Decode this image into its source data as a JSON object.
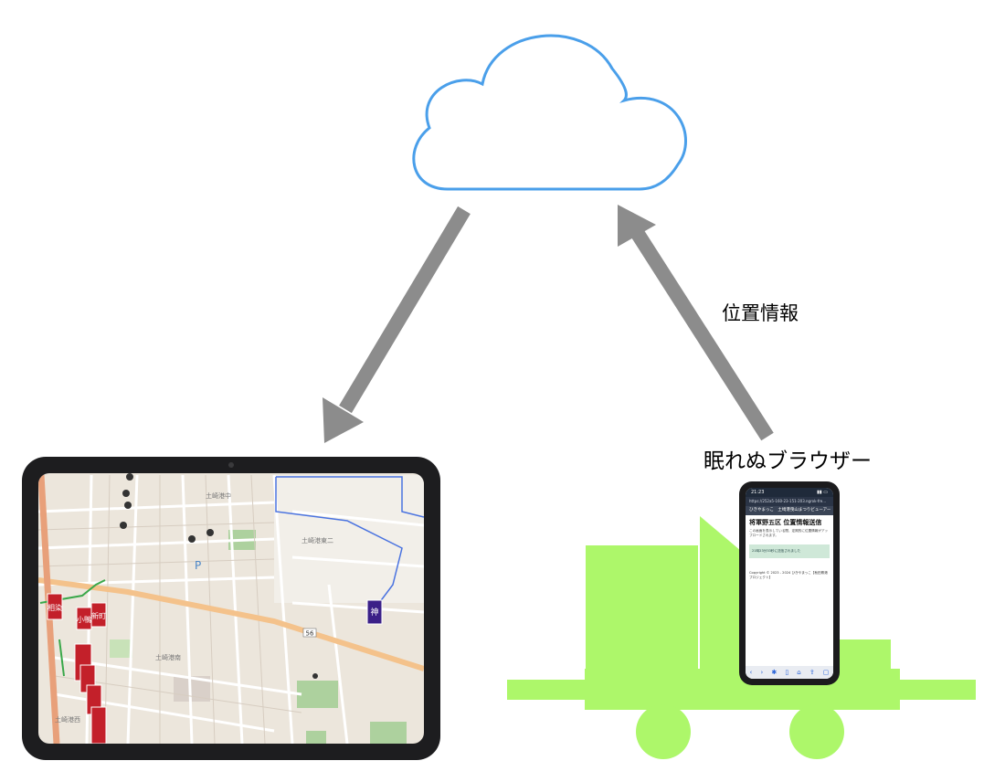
{
  "labels": {
    "location_info": "位置情報",
    "sleepless_browser": "眠れぬブラウザー"
  },
  "colors": {
    "cloud_stroke": "#4a9fea",
    "arrow": "#8c8c8c",
    "truck": "#adf76a",
    "tablet_frame": "#1d1d1f"
  },
  "map": {
    "places": [
      "土崎港東二",
      "土崎港中",
      "土崎港西",
      "土崎港南"
    ],
    "route_number": "56",
    "shrine_label": "神",
    "float_labels": [
      "相染",
      "小鴨",
      "新町"
    ]
  },
  "phone": {
    "time": "21:23",
    "url": "https://252a5-160-23-151-203.ngrok-fre...",
    "tab_title": "ひきやまっこ　土崎港曳山まつりビューアー",
    "heading": "将軍野五区 位置情報送信",
    "description": "この画面を表示している間、定期的に位置情報がアップロードされます。",
    "status": "21時23分33秒に送信されました",
    "copyright": "Copyright © 2023 - 2024 ひきやまっこ【秋田県港プロジェクト】"
  },
  "icons": [
    "cloud-icon",
    "tablet-icon",
    "smartphone-icon",
    "truck-icon"
  ]
}
